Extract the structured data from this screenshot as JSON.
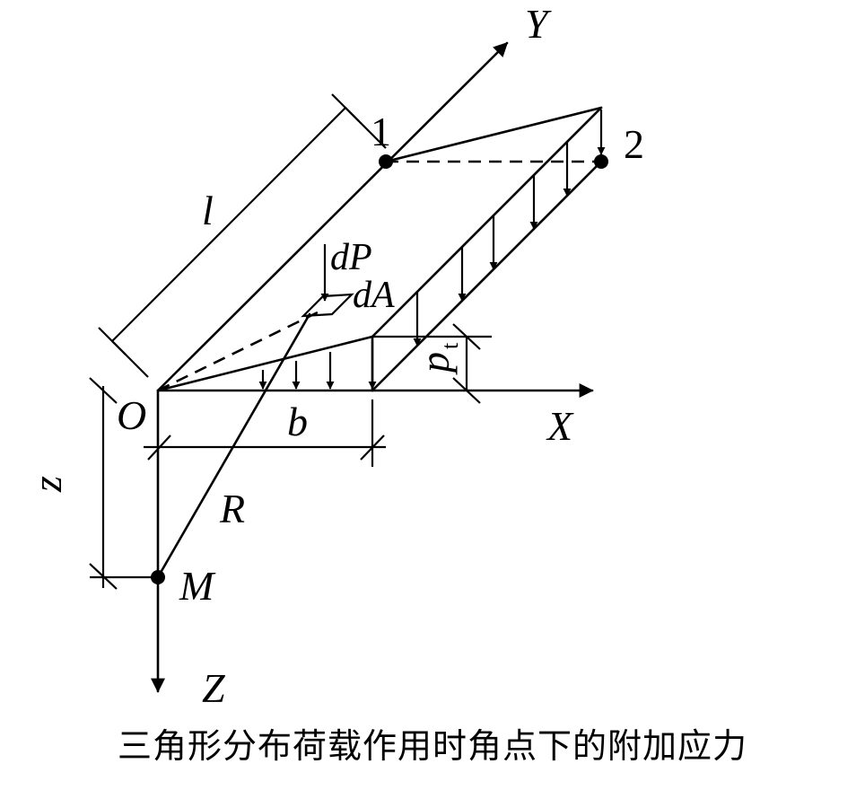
{
  "labels": {
    "axis_x": "X",
    "axis_y": "Y",
    "axis_z": "Z",
    "origin": "O",
    "corner_1": "1",
    "corner_2": "2",
    "length": "l",
    "width": "b",
    "depth": "z",
    "distance": "R",
    "point": "M",
    "force": "dP",
    "area": "dA",
    "load": "p",
    "load_sub": "t"
  },
  "caption": "三角形分布荷载作用时角点下的附加应力"
}
